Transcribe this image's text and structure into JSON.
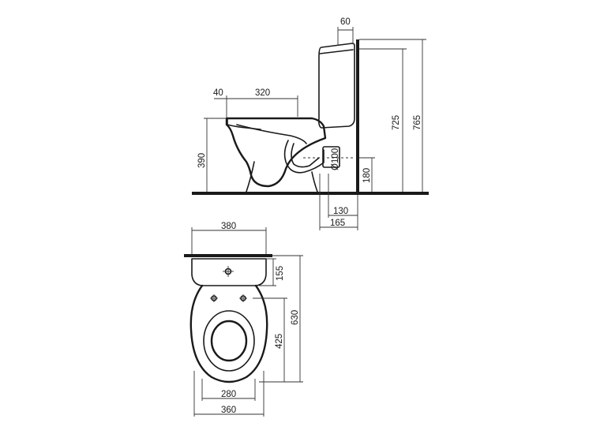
{
  "dimensions": {
    "tank_depth": "60",
    "seat_offset": "40",
    "bowl_length": "320",
    "seat_height": "390",
    "total_height_inner": "725",
    "total_height": "765",
    "outlet_diameter": "Ø100",
    "outlet_height": "180",
    "outlet_offset_small": "130",
    "outlet_offset_large": "165",
    "tank_width": "380",
    "tank_front_depth": "155",
    "overall_depth": "630",
    "bowl_depth": "425",
    "bowl_inner_width": "280",
    "bowl_width": "360"
  }
}
